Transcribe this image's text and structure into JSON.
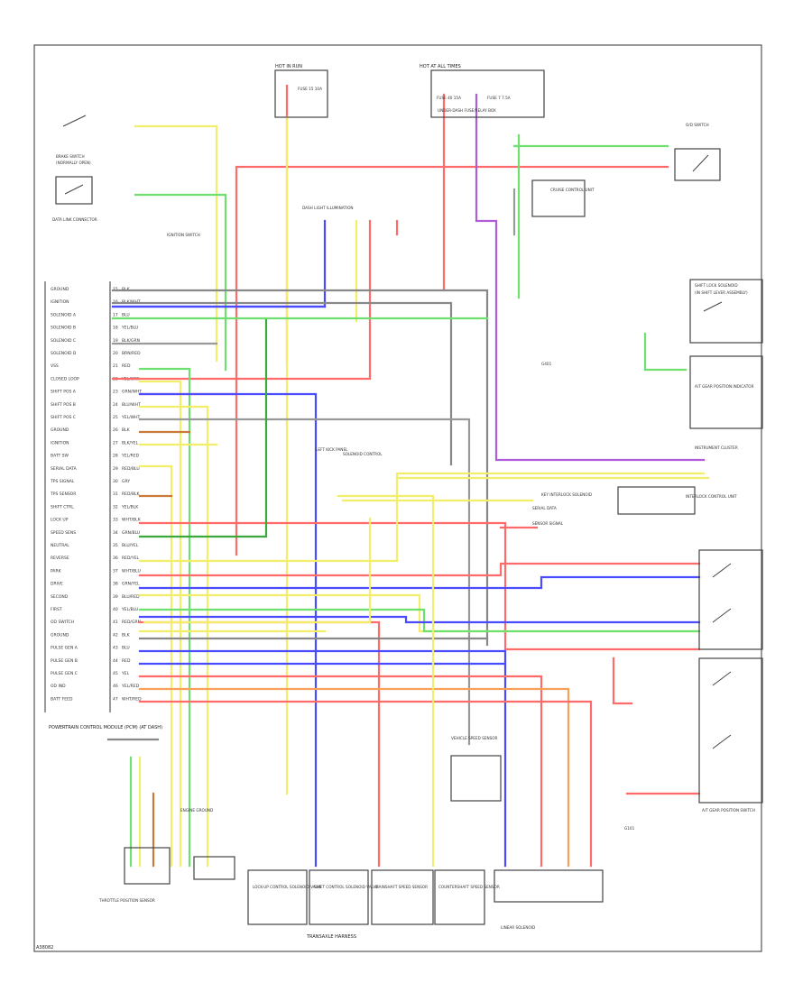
{
  "diagram": {
    "footer_code": "A38082",
    "harness_label": "TRANSAXLE HARNESS",
    "pcm_label": "POWERTRAIN CONTROL MODULE (PCM) (AT DASH)",
    "tcm_pins": [
      {
        "n": "15",
        "name": "GROUND",
        "color": "BLK"
      },
      {
        "n": "16",
        "name": "IGNITION",
        "color": "BLK/WHT"
      },
      {
        "n": "17",
        "name": "SOLENOID A",
        "color": "BLU"
      },
      {
        "n": "18",
        "name": "SOLENOID B",
        "color": "YEL/BLU"
      },
      {
        "n": "19",
        "name": "SOLENOID C",
        "color": "BLK/GRN"
      },
      {
        "n": "20",
        "name": "SOLENOID D",
        "color": "BRN/RED"
      },
      {
        "n": "21",
        "name": "VSS",
        "color": "RED"
      },
      {
        "n": "22",
        "name": "CLOSED LOOP",
        "color": "YEL/GRN"
      },
      {
        "n": "23",
        "name": "SHIFT POS A",
        "color": "GRN/WHT"
      },
      {
        "n": "24",
        "name": "SHIFT POS B",
        "color": "BLU/WHT"
      },
      {
        "n": "25",
        "name": "SHIFT POS C",
        "color": "YEL/WHT"
      },
      {
        "n": "26",
        "name": "GROUND",
        "color": "BLK"
      },
      {
        "n": "27",
        "name": "IGNITION",
        "color": "BLK/YEL"
      },
      {
        "n": "28",
        "name": "BATT SW",
        "color": "YEL/RED"
      },
      {
        "n": "29",
        "name": "SERIAL DATA",
        "color": "RED/BLU"
      },
      {
        "n": "30",
        "name": "TPS SIGNAL",
        "color": "GRY"
      },
      {
        "n": "31",
        "name": "TPS SENSOR",
        "color": "RED/BLK"
      },
      {
        "n": "32",
        "name": "SHIFT CTRL",
        "color": "YEL/BLK"
      },
      {
        "n": "33",
        "name": "LOCK UP",
        "color": "WHT/BLK"
      },
      {
        "n": "34",
        "name": "SPEED SENS",
        "color": "GRN/BLU"
      },
      {
        "n": "35",
        "name": "NEUTRAL",
        "color": "BLU/YEL"
      },
      {
        "n": "36",
        "name": "REVERSE",
        "color": "RED/YEL"
      },
      {
        "n": "37",
        "name": "PARK",
        "color": "WHT/BLU"
      },
      {
        "n": "38",
        "name": "DRIVE",
        "color": "GRN/YEL"
      },
      {
        "n": "39",
        "name": "SECOND",
        "color": "BLU/RED"
      },
      {
        "n": "40",
        "name": "FIRST",
        "color": "YEL/BLU"
      },
      {
        "n": "41",
        "name": "OD SWITCH",
        "color": "RED/GRN"
      },
      {
        "n": "42",
        "name": "GROUND",
        "color": "BLK"
      },
      {
        "n": "43",
        "name": "PULSE GEN A",
        "color": "BLU"
      },
      {
        "n": "44",
        "name": "PULSE GEN B",
        "color": "RED"
      },
      {
        "n": "45",
        "name": "PULSE GEN C",
        "color": "YEL"
      },
      {
        "n": "46",
        "name": "OD IND",
        "color": "YEL/RED"
      },
      {
        "n": "47",
        "name": "BATT FEED",
        "color": "WHT/RED"
      }
    ],
    "labels": {
      "hot_run": "HOT IN RUN",
      "hot_all": "HOT AT ALL TIMES",
      "fuse_ign": "FUSE 15 10A",
      "fuse_batt": "FUSE 40 15A",
      "fuse_dome": "FUSE 7 7.5A",
      "underdash": "UNDER-DASH FUSE/RELAY BOX",
      "brake_sw": "BRAKE SWITCH",
      "brake_sw_sub": "(NORMALLY OPEN)",
      "data_link": "DATA LINK CONNECTOR",
      "ign_sw": "IGNITION SWITCH",
      "dash_light": "DASH LIGHT ILLUMINATION",
      "cruise": "CRUISE CONTROL UNIT",
      "od_switch": "O/D SWITCH",
      "shift_lock": "SHIFT LOCK SOLENOID",
      "shift_lock_sub": "(IN SHIFT LEVER ASSEMBLY)",
      "a_t_gear": "A/T GEAR POSITION INDICATOR",
      "instrument": "INSTRUMENT CLUSTER",
      "vss": "VEHICLE SPEED SENSOR",
      "lockup_sol": "LOCK-UP CONTROL SOLENOID VALVE",
      "shift_sol": "SHIFT CONTROL SOLENOID VALVE",
      "mainshaft": "MAINSHAFT SPEED SENSOR",
      "countershaft": "COUNTERSHAFT SPEED SENSOR",
      "throttle": "THROTTLE POSITION SENSOR",
      "gear_sw": "A/T GEAR POSITION SWITCH",
      "linear_sol": "LINEAR SOLENOID",
      "left_kick": "LEFT KICK PANEL",
      "interlock": "INTERLOCK CONTROL UNIT",
      "key_sw": "KEY INTERLOCK SOLENOID",
      "g401": "G401",
      "g101": "G101",
      "engine_ground": "ENGINE GROUND",
      "serial": "SERIAL DATA",
      "sensor_signal": "SENSOR SIGNAL",
      "solenoid_ctrl": "SOLENOID CONTROL"
    }
  }
}
